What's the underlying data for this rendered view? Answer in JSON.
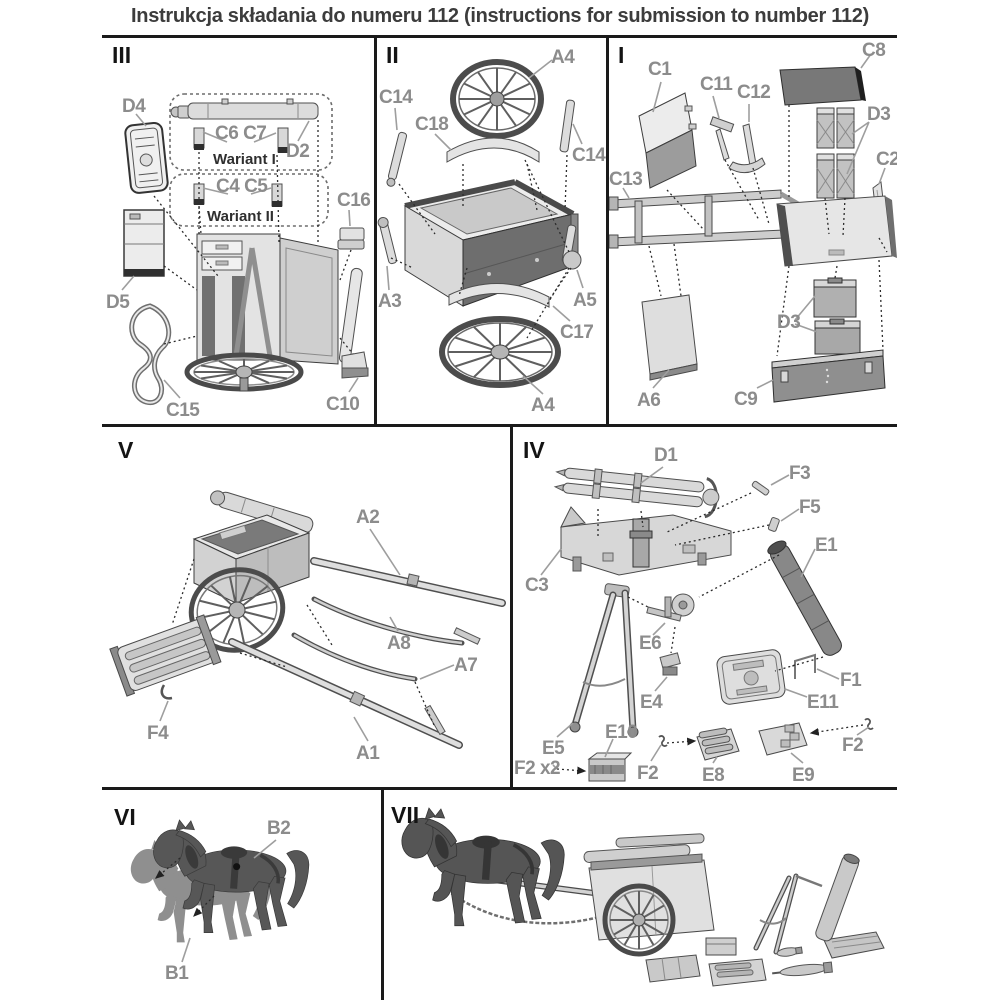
{
  "title": "Instrukcja składania do numeru 112 (instructions for submission to number 112)",
  "colors": {
    "border": "#1a1a1a",
    "part_label": "#8c8c8c",
    "numeral": "#141414"
  },
  "panels": {
    "iii": {
      "numeral": "III",
      "labels": {
        "d4": "D4",
        "c6c7": "C6 C7",
        "d2": "D2",
        "wariant1": "Wariant I",
        "c4c5": "C4 C5",
        "wariant2": "Wariant II",
        "c16": "C16",
        "d5": "D5",
        "c15": "C15",
        "c10": "C10"
      }
    },
    "ii": {
      "numeral": "II",
      "labels": {
        "a4top": "A4",
        "c14left": "C14",
        "c18": "C18",
        "c14right": "C14",
        "a3": "A3",
        "a5": "A5",
        "c17": "C17",
        "a4bottom": "A4"
      }
    },
    "i": {
      "numeral": "I",
      "labels": {
        "c1": "C1",
        "c11": "C11",
        "c12": "C12",
        "c8": "C8",
        "d3right": "D3",
        "c2": "C2",
        "c13": "C13",
        "d3mid": "D3",
        "a6": "A6",
        "c9": "C9"
      }
    },
    "v": {
      "numeral": "V",
      "labels": {
        "a2": "A2",
        "a8": "A8",
        "a7": "A7",
        "a1": "A1",
        "f4": "F4"
      }
    },
    "iv": {
      "numeral": "IV",
      "labels": {
        "d1": "D1",
        "f3": "F3",
        "f5": "F5",
        "e1": "E1",
        "c3": "C3",
        "e6": "E6",
        "e4": "E4",
        "e5": "E5",
        "e10": "E10",
        "f2x2": "F2 x2",
        "f2mid": "F2",
        "e8": "E8",
        "e9": "E9",
        "f2right": "F2",
        "f1": "F1",
        "e11": "E11"
      }
    },
    "vi": {
      "numeral": "VI",
      "labels": {
        "b2": "B2",
        "b1": "B1"
      }
    },
    "vii": {
      "numeral": "VII",
      "labels": {}
    }
  }
}
